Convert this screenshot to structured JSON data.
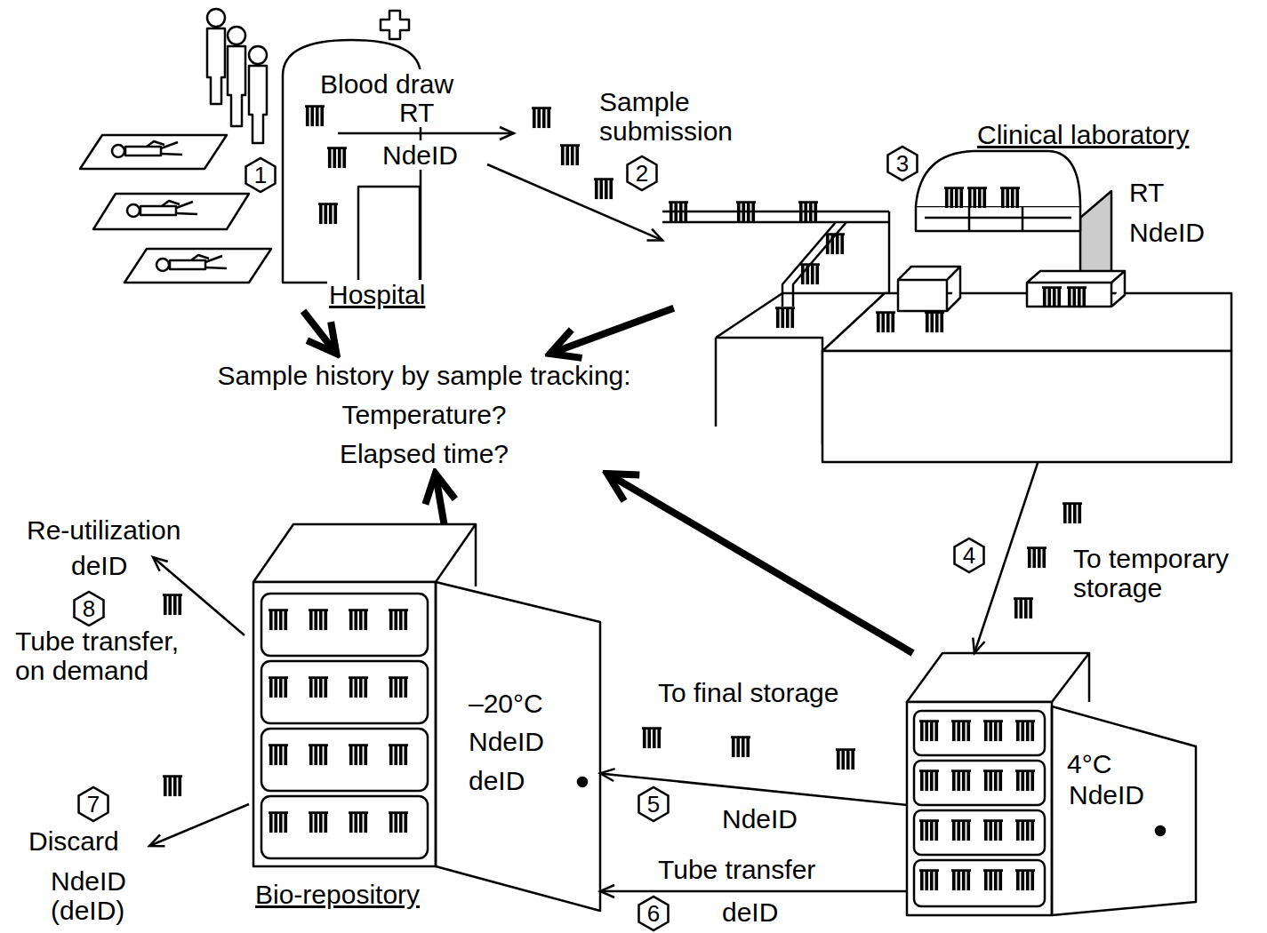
{
  "diagram": {
    "nodes": [
      {
        "text": [
          "Blood draw",
          "RT",
          "NdeID",
          "Hospital"
        ]
      },
      {
        "text": [
          "Sample history by sample tracking:",
          "Temperature?",
          "Elapsed time?"
        ]
      },
      {
        "text": [
          "Clinical laboratory",
          "RT",
          "NdeID"
        ]
      },
      {
        "text": [
          "4°C",
          "NdeID"
        ]
      },
      {
        "text": [
          "–20°C",
          "NdeID",
          "deID",
          "Bio-repository"
        ]
      }
    ],
    "edges": [
      {
        "from": 0,
        "to": 1,
        "arrow": "to"
      },
      {
        "from": 2,
        "to": 1,
        "arrow": "to"
      },
      {
        "from": 3,
        "to": 1,
        "arrow": "to"
      },
      {
        "from": 4,
        "to": 1,
        "arrow": "to"
      },
      {
        "from": 0,
        "to": 2,
        "label": "Sample submission",
        "arrow": "to"
      },
      {
        "from": 2,
        "to": 3,
        "label": "To temporary storage",
        "arrow": "to"
      },
      {
        "from": 3,
        "to": 4,
        "label": "To final storage",
        "arrow": "to"
      },
      {
        "from": 3,
        "to": 4,
        "label": "Tube transfer",
        "arrow": "to"
      }
    ],
    "labels": [
      "1",
      "2",
      "3",
      "4",
      "NdeID",
      "5",
      "deID",
      "6",
      "Re-utilization",
      "deID",
      "8",
      "Tube transfer, on demand",
      "7",
      "Discard",
      "NdeID (deID)"
    ]
  }
}
